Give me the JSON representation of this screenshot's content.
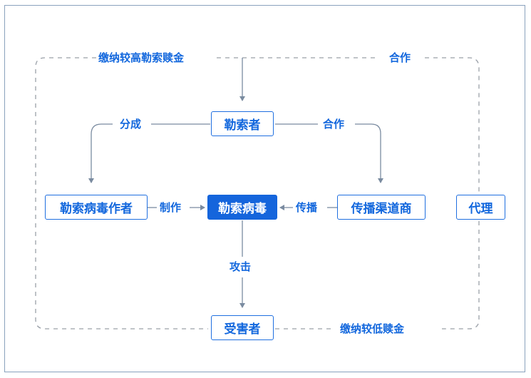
{
  "nodes": {
    "extortionist": "勒索者",
    "author": "勒索病毒作者",
    "ransomware": "勒索病毒",
    "distributor": "传播渠道商",
    "agent": "代理",
    "victim": "受害者"
  },
  "edges": {
    "pay_high_ransom": "缴纳较高勒索赎金",
    "cooperate_top": "合作",
    "split": "分成",
    "cooperate_mid": "合作",
    "make": "制作",
    "spread": "传播",
    "attack": "攻击",
    "pay_low_ransom": "缴纳较低赎金"
  },
  "colors": {
    "accent": "#1565dc",
    "arrow": "#7a8ba0",
    "dashed": "#9aa0a8",
    "frame": "#8aa2bd"
  }
}
